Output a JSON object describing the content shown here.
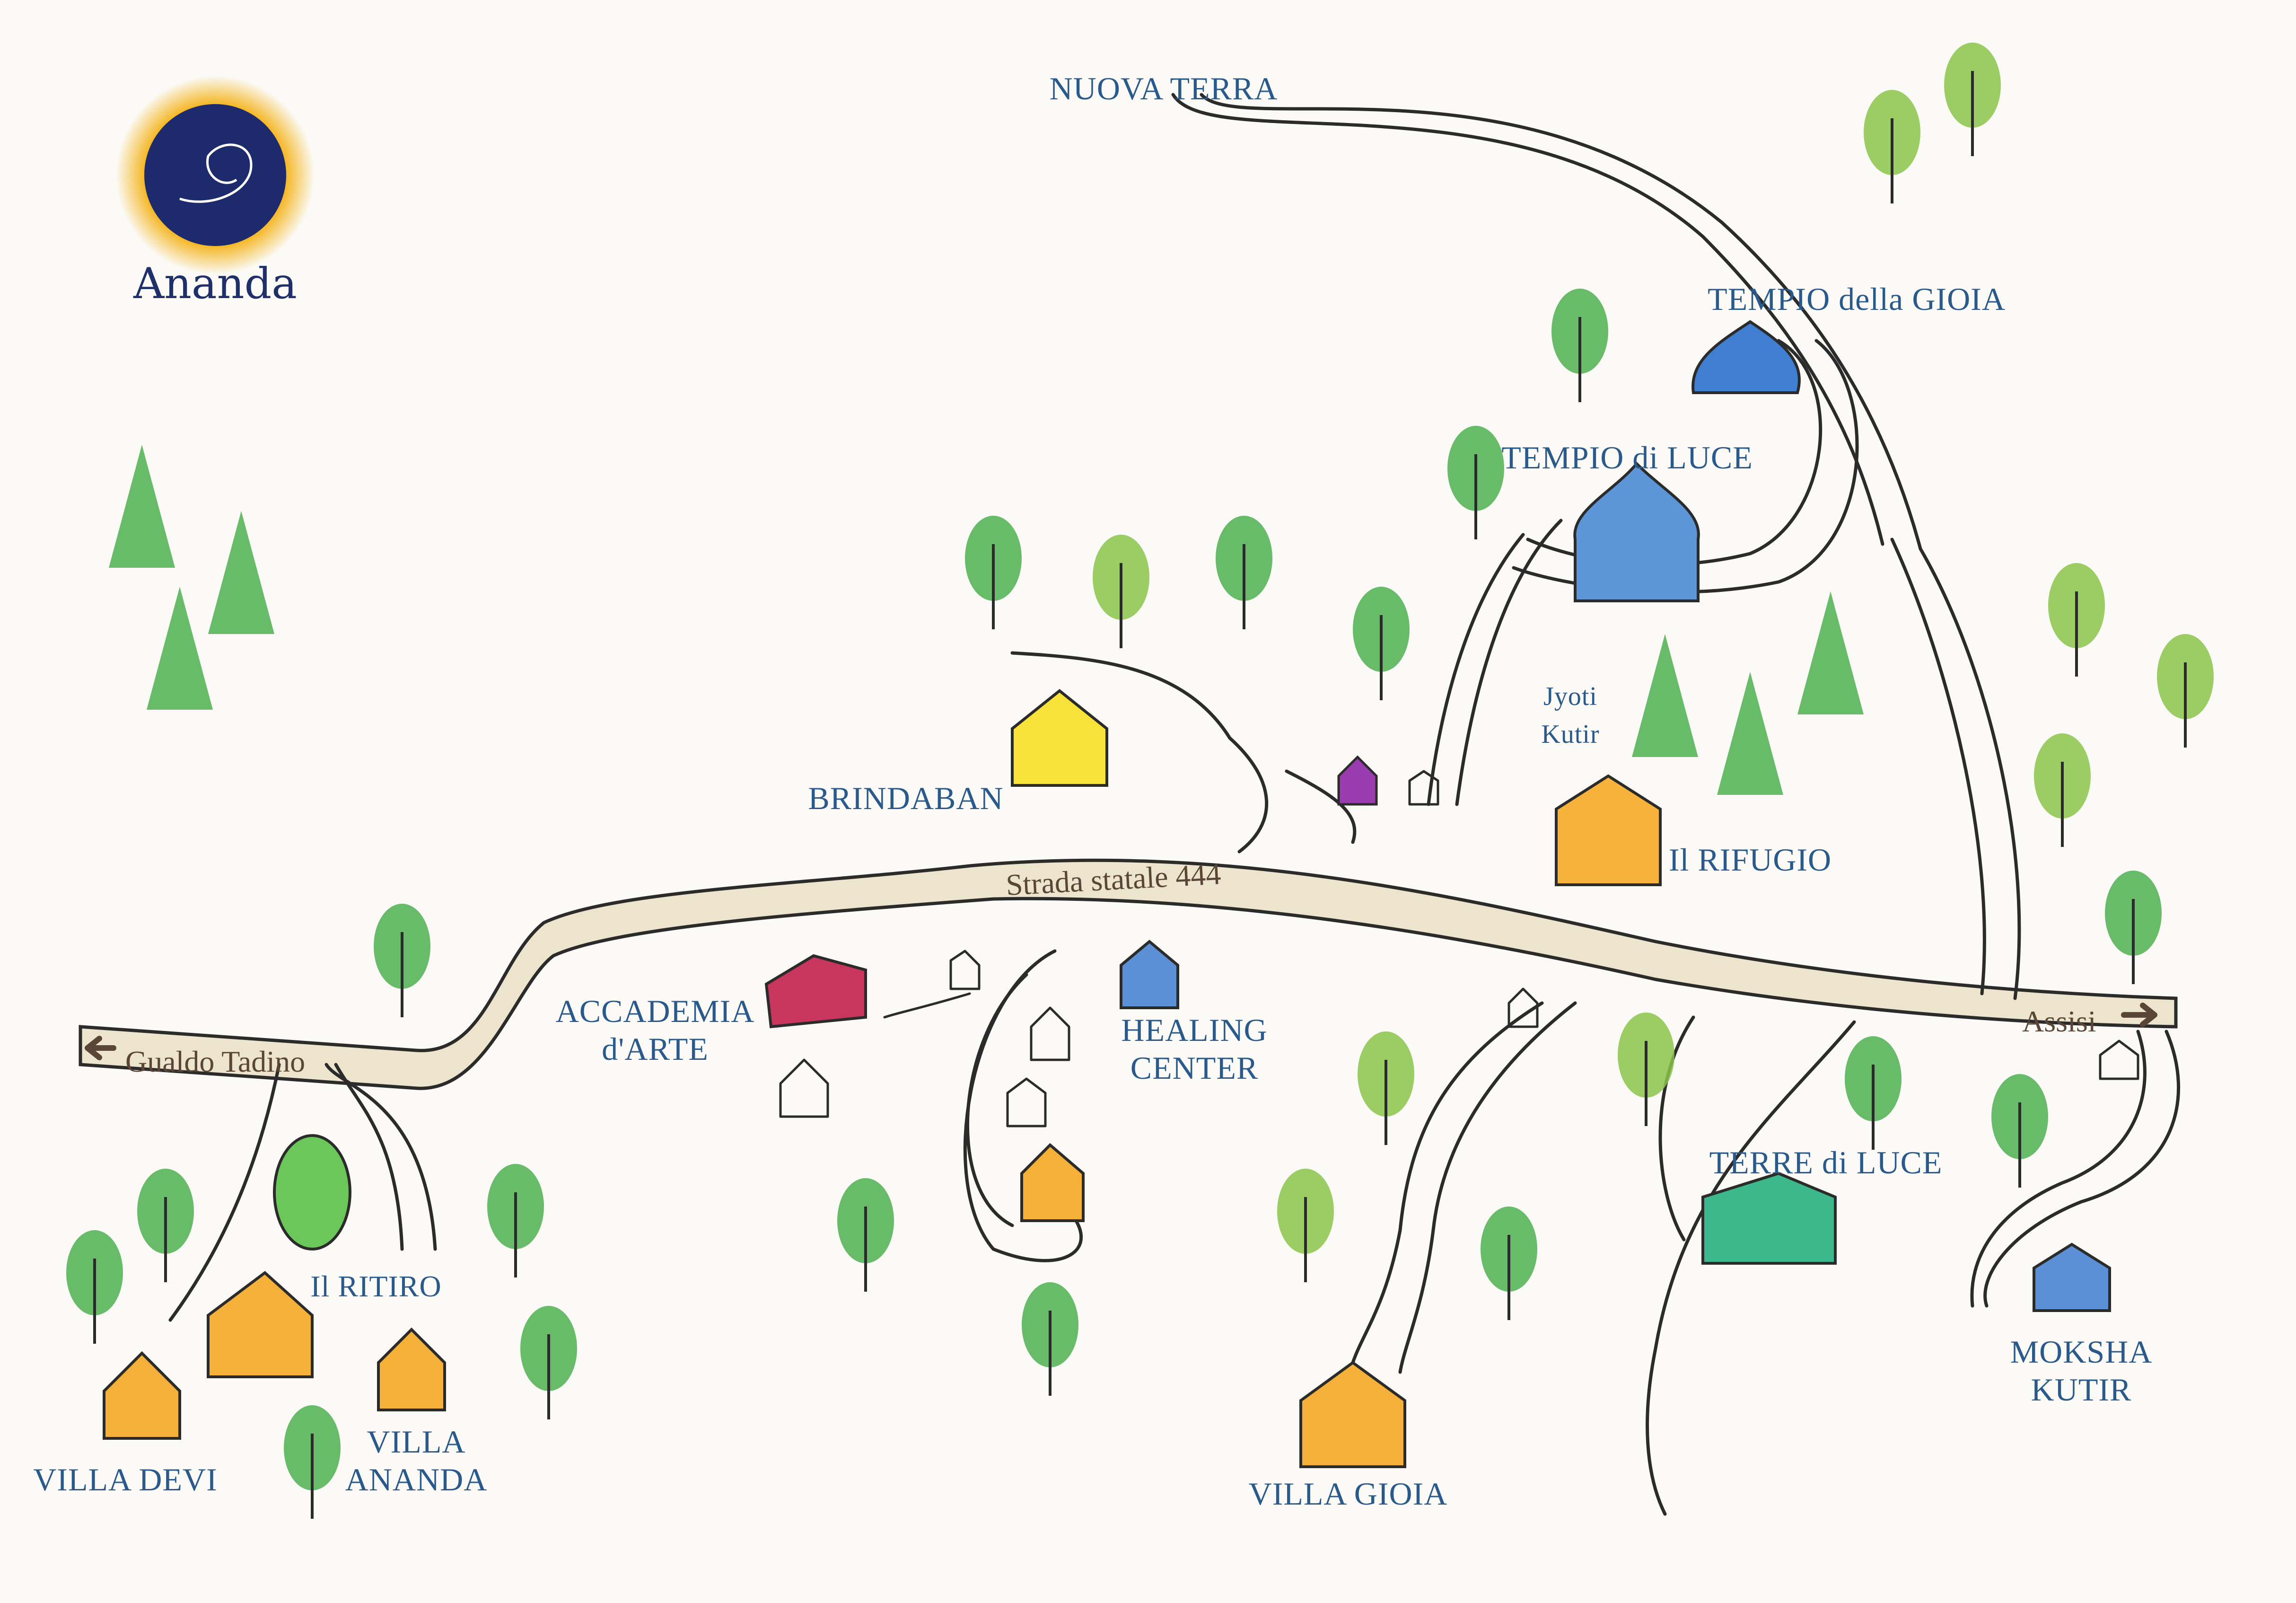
{
  "logo": {
    "text": "Ananda",
    "ring_color": "#f4b41c",
    "disc_color": "#1d2a6b"
  },
  "colors": {
    "label": "#2a5a8c",
    "road_fill": "#ece4cc",
    "road_label": "#5a4636",
    "tree": "#4caf50",
    "tree_light": "#8bc34a"
  },
  "roads": {
    "main": "Strada statale 444",
    "west": "Gualdo Tadino",
    "east": "Assisi"
  },
  "places": {
    "nuova_terra": "NUOVA TERRA",
    "tempio_gioia": "TEMPIO della GIOIA",
    "tempio_luce": "TEMPIO di LUCE",
    "jyoti_line1": "Jyoti",
    "jyoti_line2": "Kutir",
    "brindaban": "BRINDABAN",
    "rifugio": "Il RIFUGIO",
    "accademia_line1": "ACCADEMIA",
    "accademia_line2": "d'ARTE",
    "healing_line1": "HEALING",
    "healing_line2": "CENTER",
    "terre_luce": "TERRE di LUCE",
    "moksha_line1": "MOKSHA",
    "moksha_line2": "KUTIR",
    "ritiro": "Il RITIRO",
    "villa_devi": "VILLA DEVI",
    "villa_ananda_line1": "VILLA",
    "villa_ananda_line2": "ANANDA",
    "villa_gioia": "VILLA GIOIA"
  },
  "building_colors": {
    "brindaban": "#f7e23a",
    "rifugio": "#f6b23a",
    "accademia": "#c8365e",
    "healing": "#5b8fd6",
    "tempio_gioia": "#3f7ed0",
    "tempio_luce": "#5c95d8",
    "terre_luce": "#3cb88c",
    "moksha": "#5b8fd6",
    "villa": "#f5b03a",
    "purple_hut": "#9a3cb0",
    "green_pond": "#6cc75a"
  }
}
